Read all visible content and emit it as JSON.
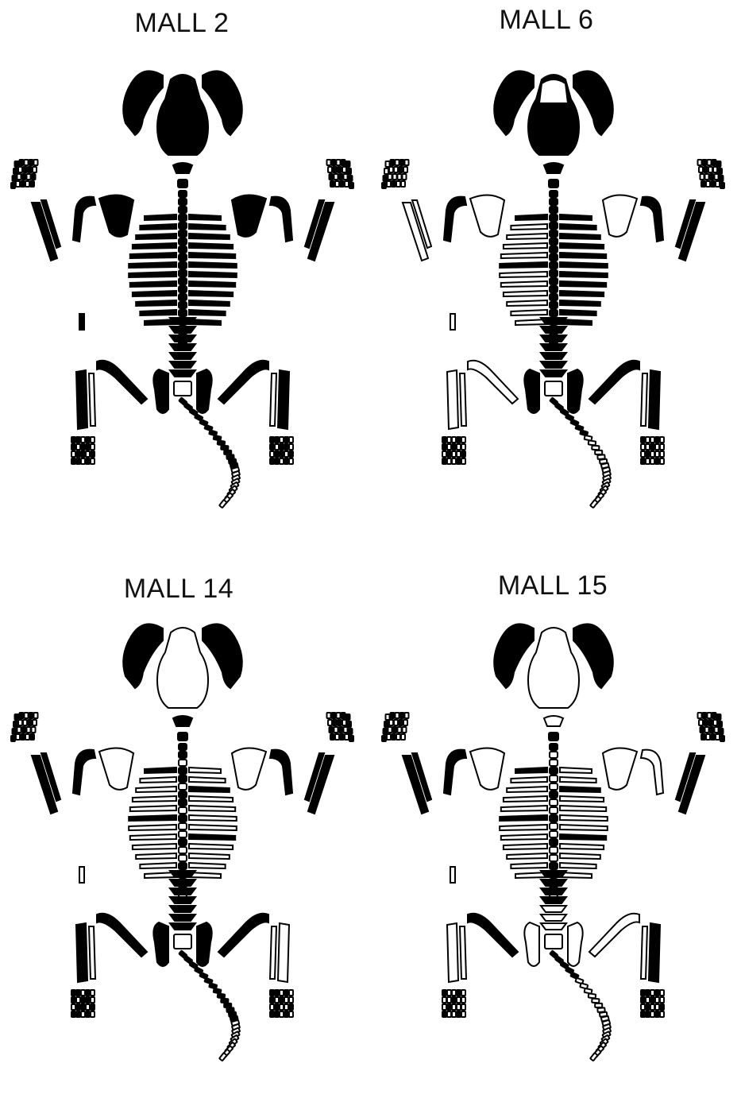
{
  "figures": [
    {
      "id": "fig-0",
      "title": "MALL 2",
      "elements": {
        "skull": 1,
        "mandible-left": 1,
        "mandible-right": 1,
        "hyoid": 1,
        "atlas": 1,
        "scapula-left": 0.5,
        "scapula-right": 0.5,
        "humerus-left": 1,
        "humerus-right": 1,
        "radius-left": 1,
        "radius-right": 1,
        "ulna-left": 1,
        "ulna-right": 1,
        "manus-left": 0.6,
        "manus-right": 0.6,
        "ribs-left": 1,
        "ribs-right": 1,
        "thoracic-vertebrae": 1,
        "lumbar-vertebrae": 1,
        "sacrum": 0.3,
        "pelvis-left": 1,
        "pelvis-right": 1,
        "femur-left": 1,
        "femur-right": 1,
        "tibia-left": 1,
        "tibia-right": 1,
        "fibula-left": 0,
        "fibula-right": 0,
        "pes-left": 0.6,
        "pes-right": 0.6,
        "caudal-vertebrae": 0.6,
        "baculum": 1
      }
    },
    {
      "id": "fig-1",
      "title": "MALL 6",
      "elements": {
        "skull": 0.8,
        "mandible-left": 1,
        "mandible-right": 1,
        "hyoid": 1,
        "atlas": 1,
        "scapula-left": 0.4,
        "scapula-right": 0.4,
        "humerus-left": 1,
        "humerus-right": 1,
        "radius-left": 0,
        "radius-right": 1,
        "ulna-left": 0,
        "ulna-right": 1,
        "manus-left": 0.3,
        "manus-right": 0.5,
        "ribs-left": 0.2,
        "ribs-right": 1,
        "thoracic-vertebrae": 1,
        "lumbar-vertebrae": 1,
        "sacrum": 0.2,
        "pelvis-left": 0.7,
        "pelvis-right": 0.8,
        "femur-left": 0,
        "femur-right": 1,
        "tibia-left": 0.3,
        "tibia-right": 0.6,
        "fibula-left": 0,
        "fibula-right": 0,
        "pes-left": 0.4,
        "pes-right": 0.3,
        "caudal-vertebrae": 0.3,
        "baculum": 0
      }
    },
    {
      "id": "fig-2",
      "title": "MALL 14",
      "elements": {
        "skull": 0,
        "mandible-left": 0.7,
        "mandible-right": 0.9,
        "hyoid": 1,
        "atlas": 1,
        "scapula-left": 0,
        "scapula-right": 0.3,
        "humerus-left": 0.6,
        "humerus-right": 1,
        "radius-left": 0.7,
        "radius-right": 1,
        "ulna-left": 0.7,
        "ulna-right": 1,
        "manus-left": 0.5,
        "manus-right": 0.6,
        "ribs-left": 0.2,
        "ribs-right": 0.2,
        "thoracic-vertebrae": 0.5,
        "lumbar-vertebrae": 1,
        "sacrum": 0.2,
        "pelvis-left": 0.6,
        "pelvis-right": 1,
        "femur-left": 1,
        "femur-right": 1,
        "tibia-left": 1,
        "tibia-right": 0.3,
        "fibula-left": 0,
        "fibula-right": 0.3,
        "pes-left": 0.6,
        "pes-right": 0.5,
        "caudal-vertebrae": 0.6,
        "baculum": 0
      }
    },
    {
      "id": "fig-3",
      "title": "MALL 15",
      "elements": {
        "skull": 0,
        "mandible-left": 1,
        "mandible-right": 0.8,
        "hyoid": 0,
        "atlas": 1,
        "scapula-left": 0.2,
        "scapula-right": 0.2,
        "humerus-left": 1,
        "humerus-right": 0,
        "radius-left": 0.6,
        "radius-right": 1,
        "ulna-left": 0.6,
        "ulna-right": 1,
        "manus-left": 0.4,
        "manus-right": 0.6,
        "ribs-left": 0.2,
        "ribs-right": 0.2,
        "thoracic-vertebrae": 0.3,
        "lumbar-vertebrae": 0.5,
        "sacrum": 0.1,
        "pelvis-left": 0.3,
        "pelvis-right": 0,
        "femur-left": 1,
        "femur-right": 0.2,
        "tibia-left": 0.2,
        "tibia-right": 1,
        "fibula-left": 0,
        "fibula-right": 0,
        "pes-left": 0.3,
        "pes-right": 0.5,
        "caudal-vertebrae": 0.2,
        "baculum": 0
      }
    }
  ]
}
